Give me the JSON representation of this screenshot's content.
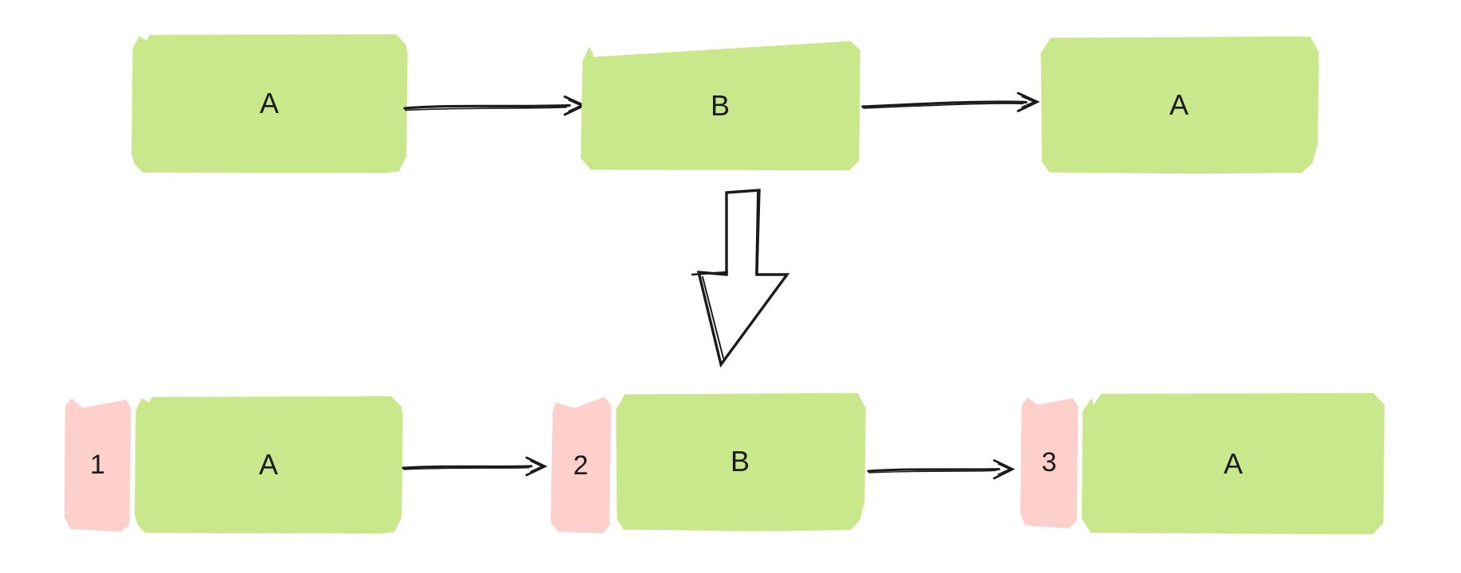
{
  "colors": {
    "background": "#ffffff",
    "green": "#c9e78b",
    "pink": "#fed0cb",
    "ink": "#1b1b1b"
  },
  "top_row": {
    "nodes": [
      {
        "label": "A"
      },
      {
        "label": "B"
      },
      {
        "label": "A"
      }
    ],
    "edges": [
      {
        "from": "A",
        "to": "B"
      },
      {
        "from": "B",
        "to": "A"
      }
    ]
  },
  "transform_arrow": {
    "direction": "down"
  },
  "bottom_row": {
    "groups": [
      {
        "index": "1",
        "label": "A"
      },
      {
        "index": "2",
        "label": "B"
      },
      {
        "index": "3",
        "label": "A"
      }
    ],
    "edges": [
      {
        "from": "A",
        "to": "2"
      },
      {
        "from": "B",
        "to": "3"
      }
    ]
  }
}
